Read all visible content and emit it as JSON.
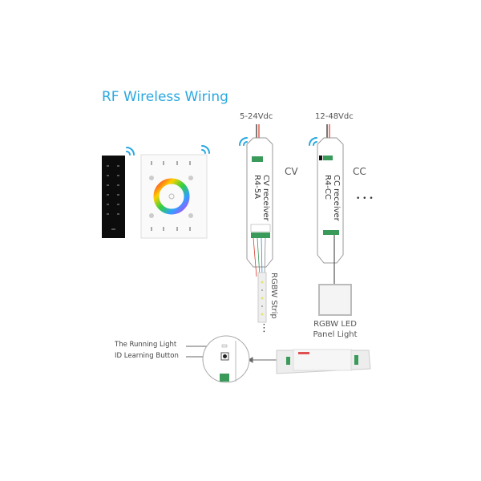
{
  "title": "RF Wireless Wiring",
  "cv_receiver": {
    "voltage": "5-24Vdc",
    "type_label": "CV",
    "device_line1": "CV receiver",
    "device_line2": "R4-5A"
  },
  "cc_receiver": {
    "voltage": "12-48Vdc",
    "type_label": "CC",
    "device_line1": "CC receiver",
    "device_line2": "R4-CC",
    "more": "• • •"
  },
  "strip": {
    "label": "RGBW Strip",
    "more": "⋮"
  },
  "panel_light": {
    "line1": "RGBW LED",
    "line2": "Panel Light"
  },
  "callouts": {
    "running_light": "The Running Light",
    "id_button": "ID Learning Button"
  },
  "colors": {
    "accent": "#2aa8e0",
    "terminal": "#3a9a5a",
    "wire_red": "#d83a2a"
  }
}
